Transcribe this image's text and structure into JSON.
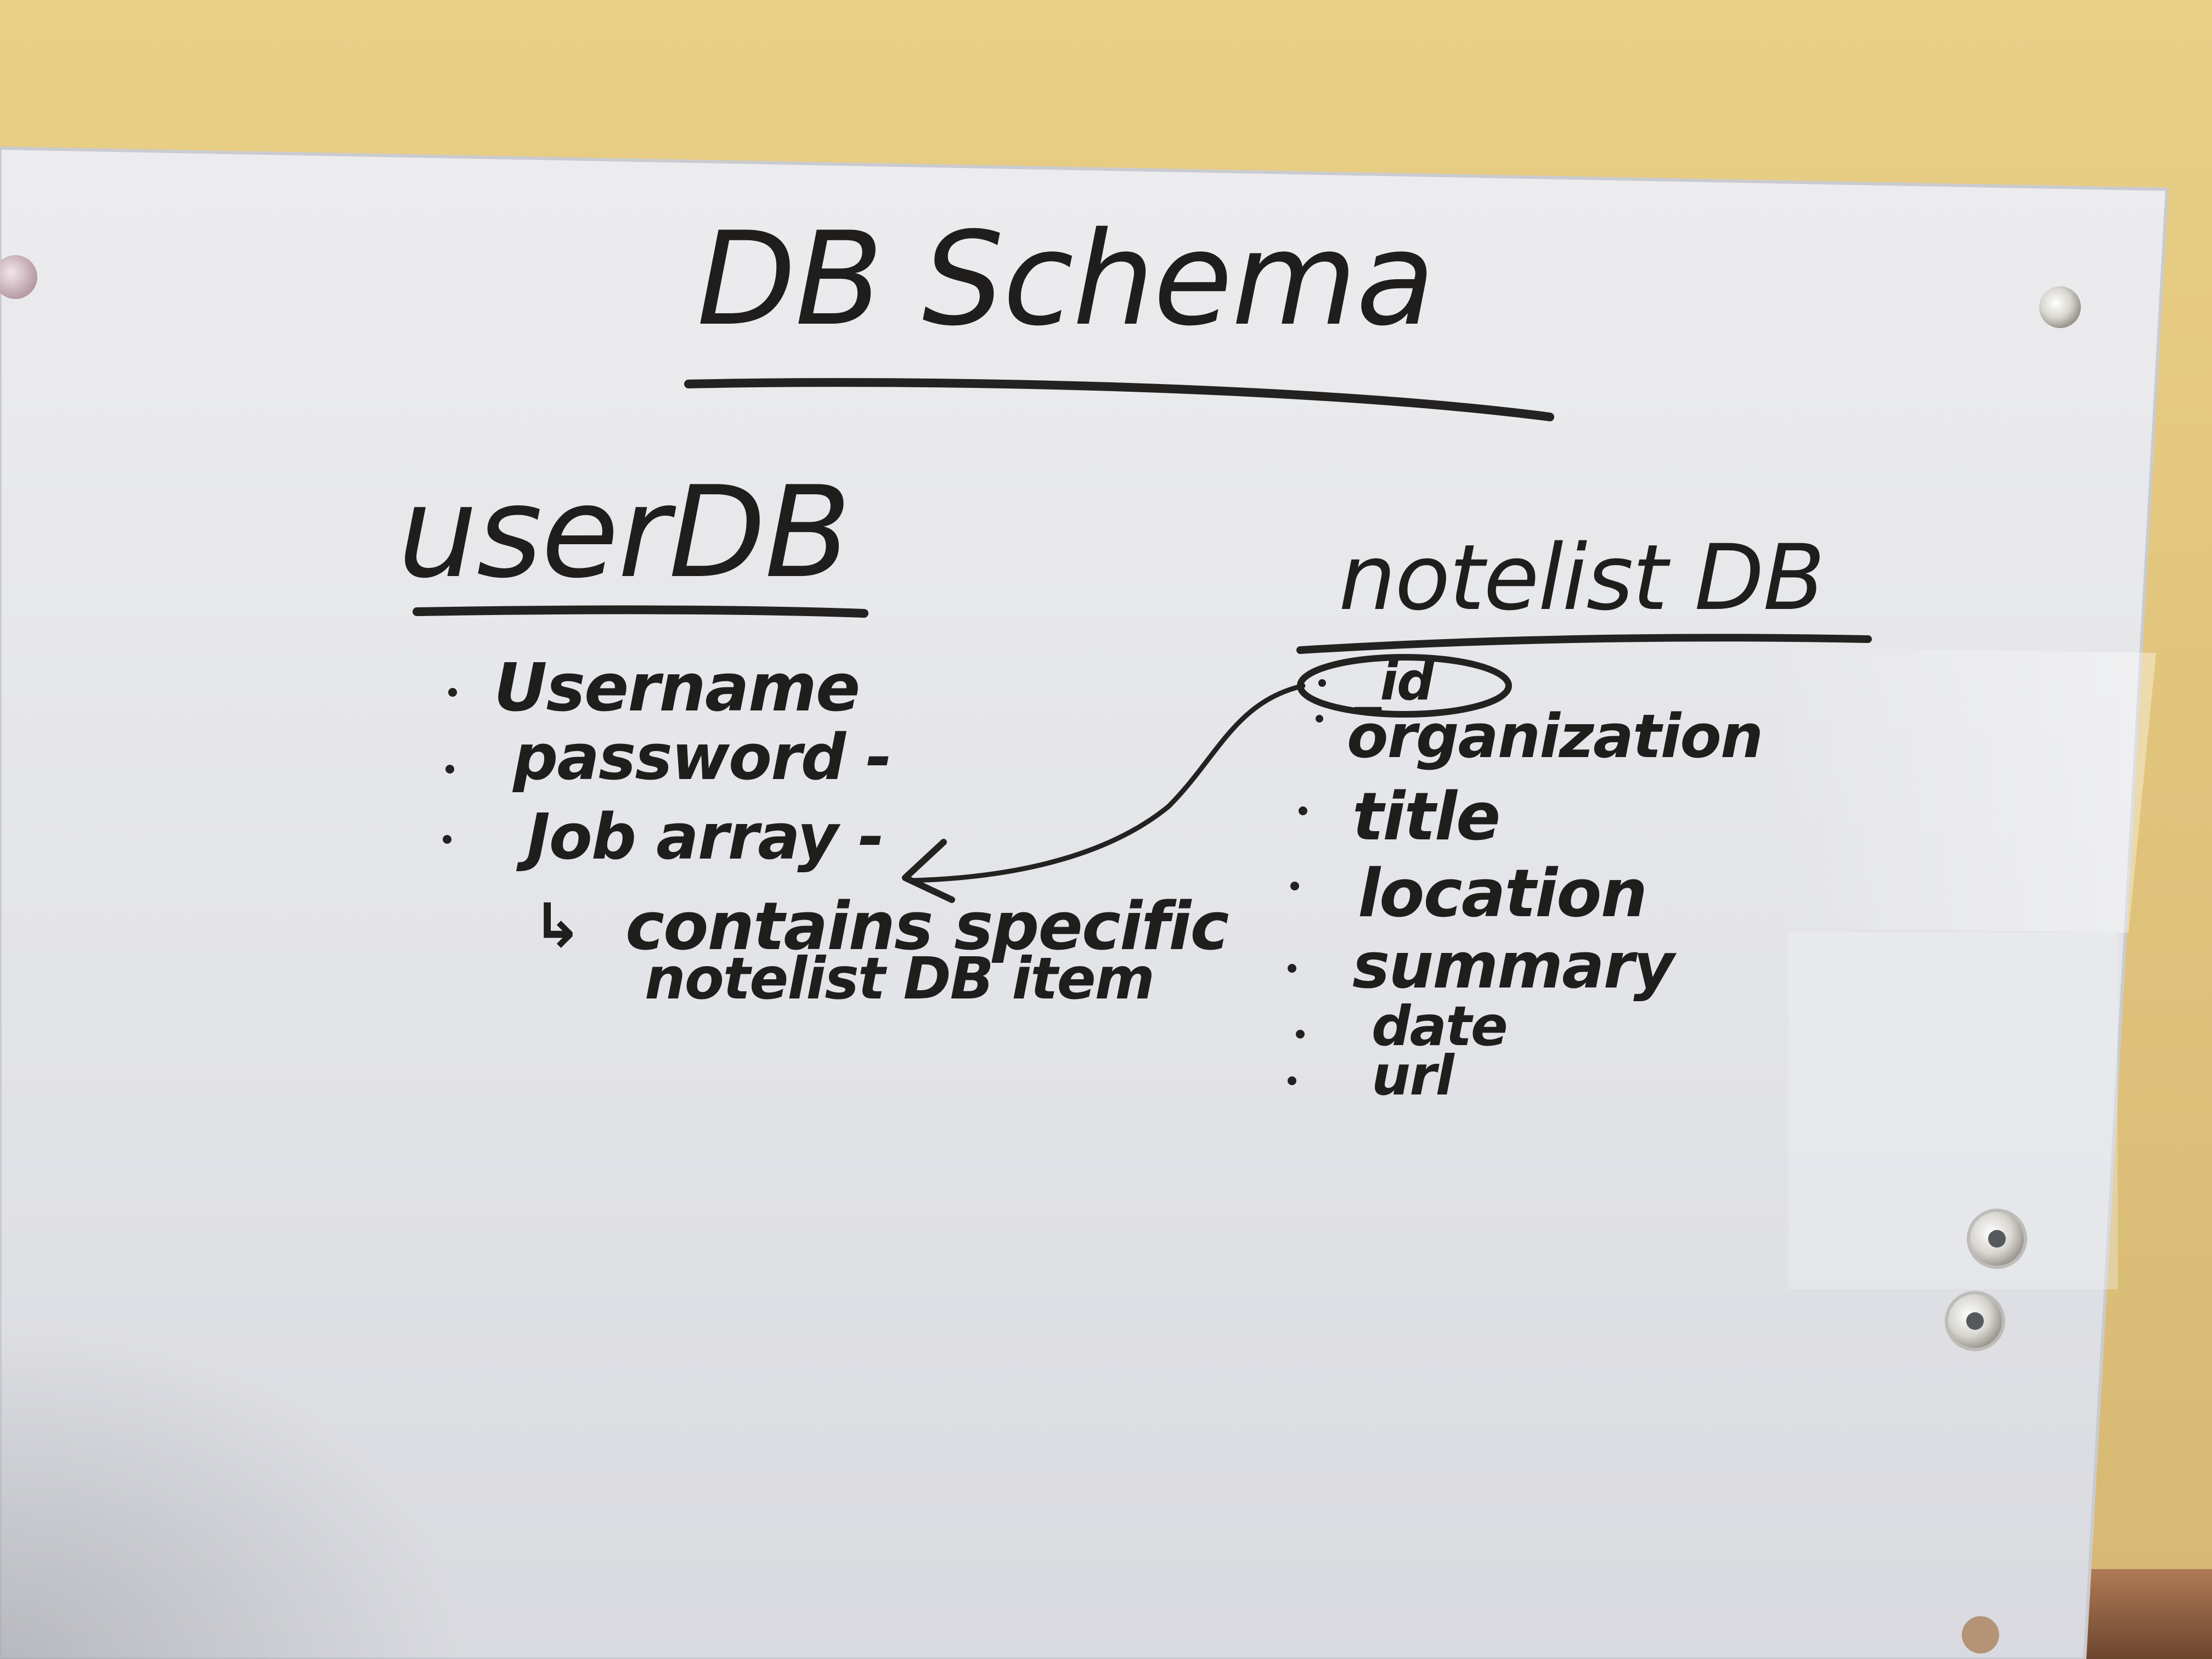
{
  "board": {
    "title": "DB Schema",
    "left_table": {
      "heading": "userDB",
      "fields": [
        "Username",
        "password -",
        "Job array -"
      ],
      "note_line_1": "contains specific",
      "note_line_2": "notelist DB item"
    },
    "right_table": {
      "heading": "notelist DB",
      "fields": [
        "_id",
        "organization",
        "title",
        "location",
        "summary",
        "date",
        "url"
      ]
    }
  },
  "colors": {
    "wall": "#e5c97f",
    "board": "#e4e6ea",
    "ink": "#1f1e1d"
  }
}
